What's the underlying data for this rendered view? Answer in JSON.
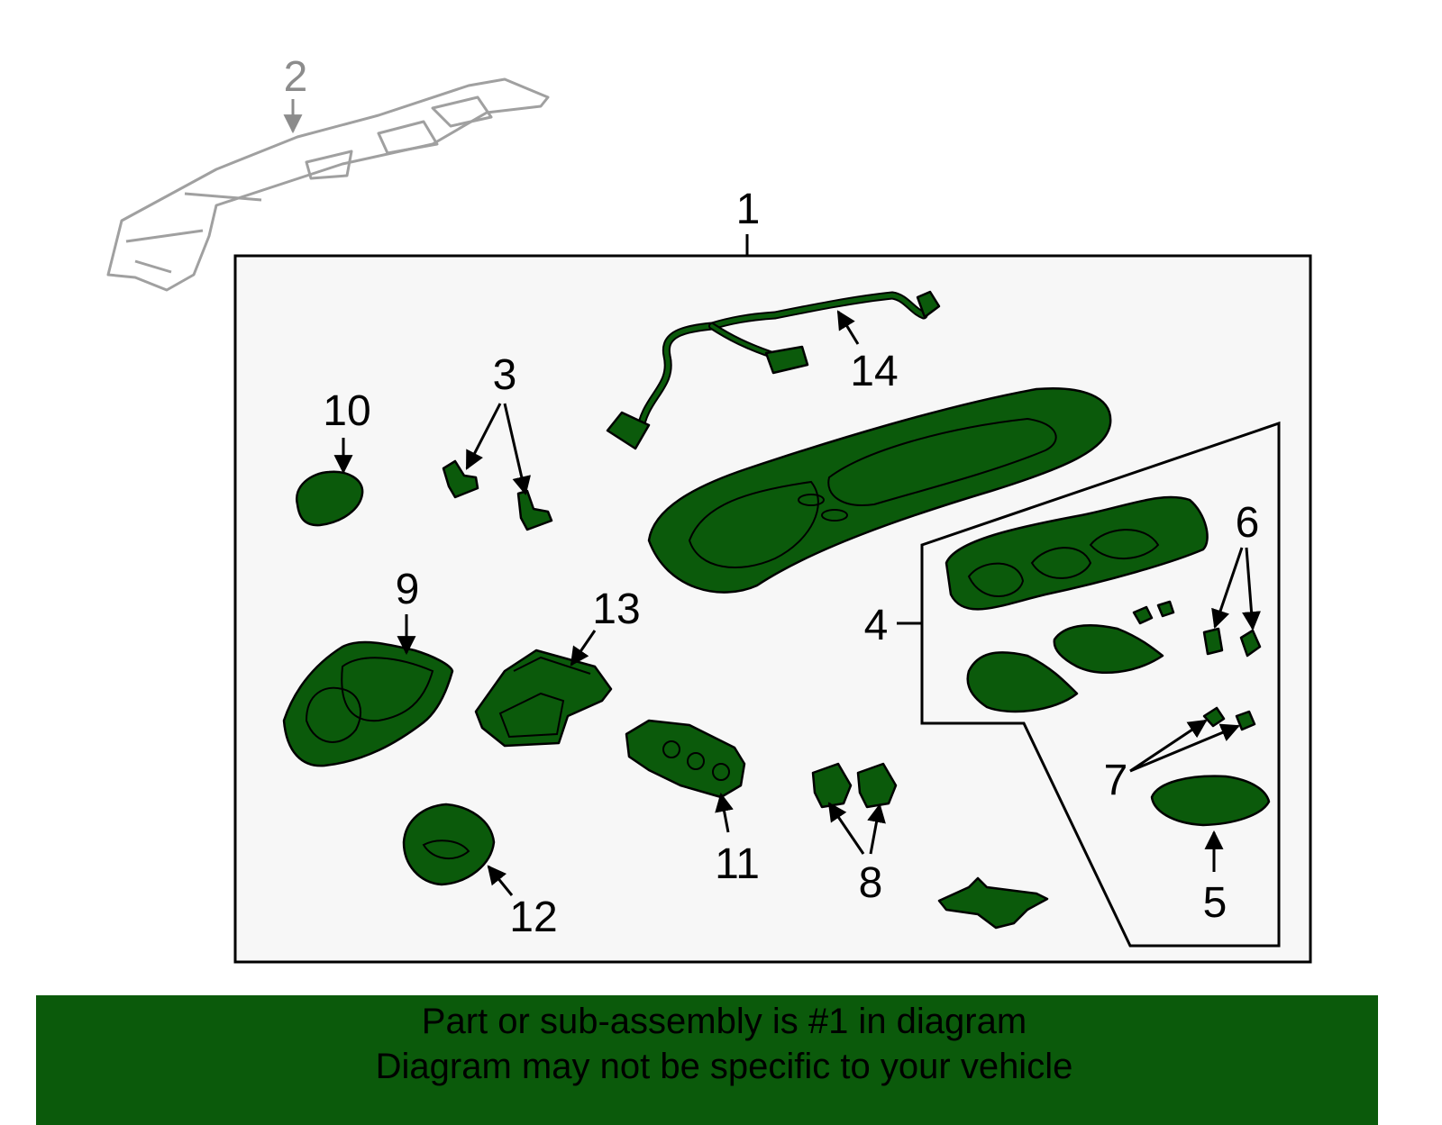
{
  "colors": {
    "part_fill": "#0b5a0b",
    "banner_bg": "#0b5a0b",
    "panel_bg": "#f7f7f7",
    "outline": "#000000",
    "ghost_part": "#a0a0a0"
  },
  "callouts": {
    "c1": "1",
    "c2": "2",
    "c3": "3",
    "c4": "4",
    "c5": "5",
    "c6": "6",
    "c7": "7",
    "c8": "8",
    "c9": "9",
    "c10": "10",
    "c11": "11",
    "c12": "12",
    "c13": "13",
    "c14": "14"
  },
  "banner": {
    "line1": "Part or sub-assembly is #1 in diagram",
    "line2": "Diagram may not be specific to your vehicle"
  }
}
